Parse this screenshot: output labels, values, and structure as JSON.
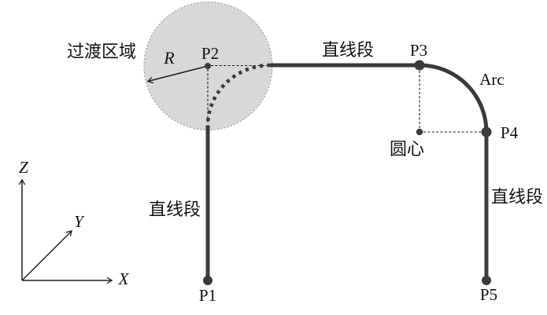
{
  "figure": {
    "colors": {
      "path": "#3b3b3b",
      "zone_fill": "#d8d8d8",
      "zone_border": "#9a9a9a",
      "text": "#111111"
    },
    "zone": {
      "label": "过渡区域",
      "radius_label": "R"
    },
    "points": {
      "p1": "P1",
      "p2": "P2",
      "p3": "P3",
      "p4": "P4",
      "p5": "P5"
    },
    "segments": {
      "left": "直线段",
      "top": "直线段",
      "right": "直线段"
    },
    "arc": {
      "label": "Arc",
      "center_label": "圆心"
    },
    "axes": {
      "x": "X",
      "y": "Y",
      "z": "Z"
    }
  }
}
